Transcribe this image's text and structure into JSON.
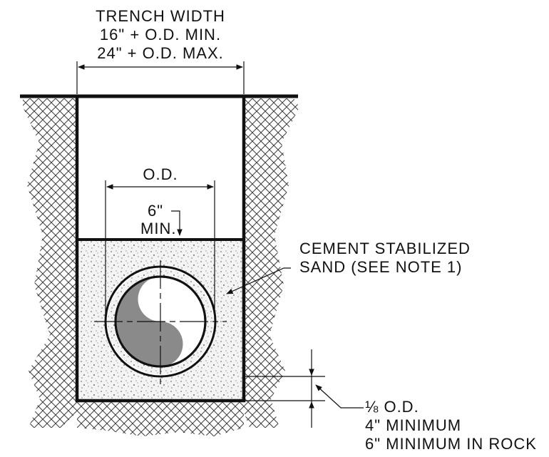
{
  "title": {
    "line1": "TRENCH WIDTH",
    "line2": "16\" + O.D. MIN.",
    "line3": "24\" + O.D. MAX."
  },
  "labels": {
    "od": "O.D.",
    "six_inch": "6\"",
    "min": "MIN.",
    "cement_line1": "CEMENT STABILIZED",
    "cement_line2": "SAND (SEE NOTE 1)",
    "bedding_line1": "⅛ O.D.",
    "bedding_line2": "4\" MINIMUM",
    "bedding_line3": "6\" MINIMUM IN ROCK"
  },
  "colors": {
    "line": "#111111",
    "pipe_fill": "#8a8a8a",
    "sand": "#f4f4f4"
  }
}
